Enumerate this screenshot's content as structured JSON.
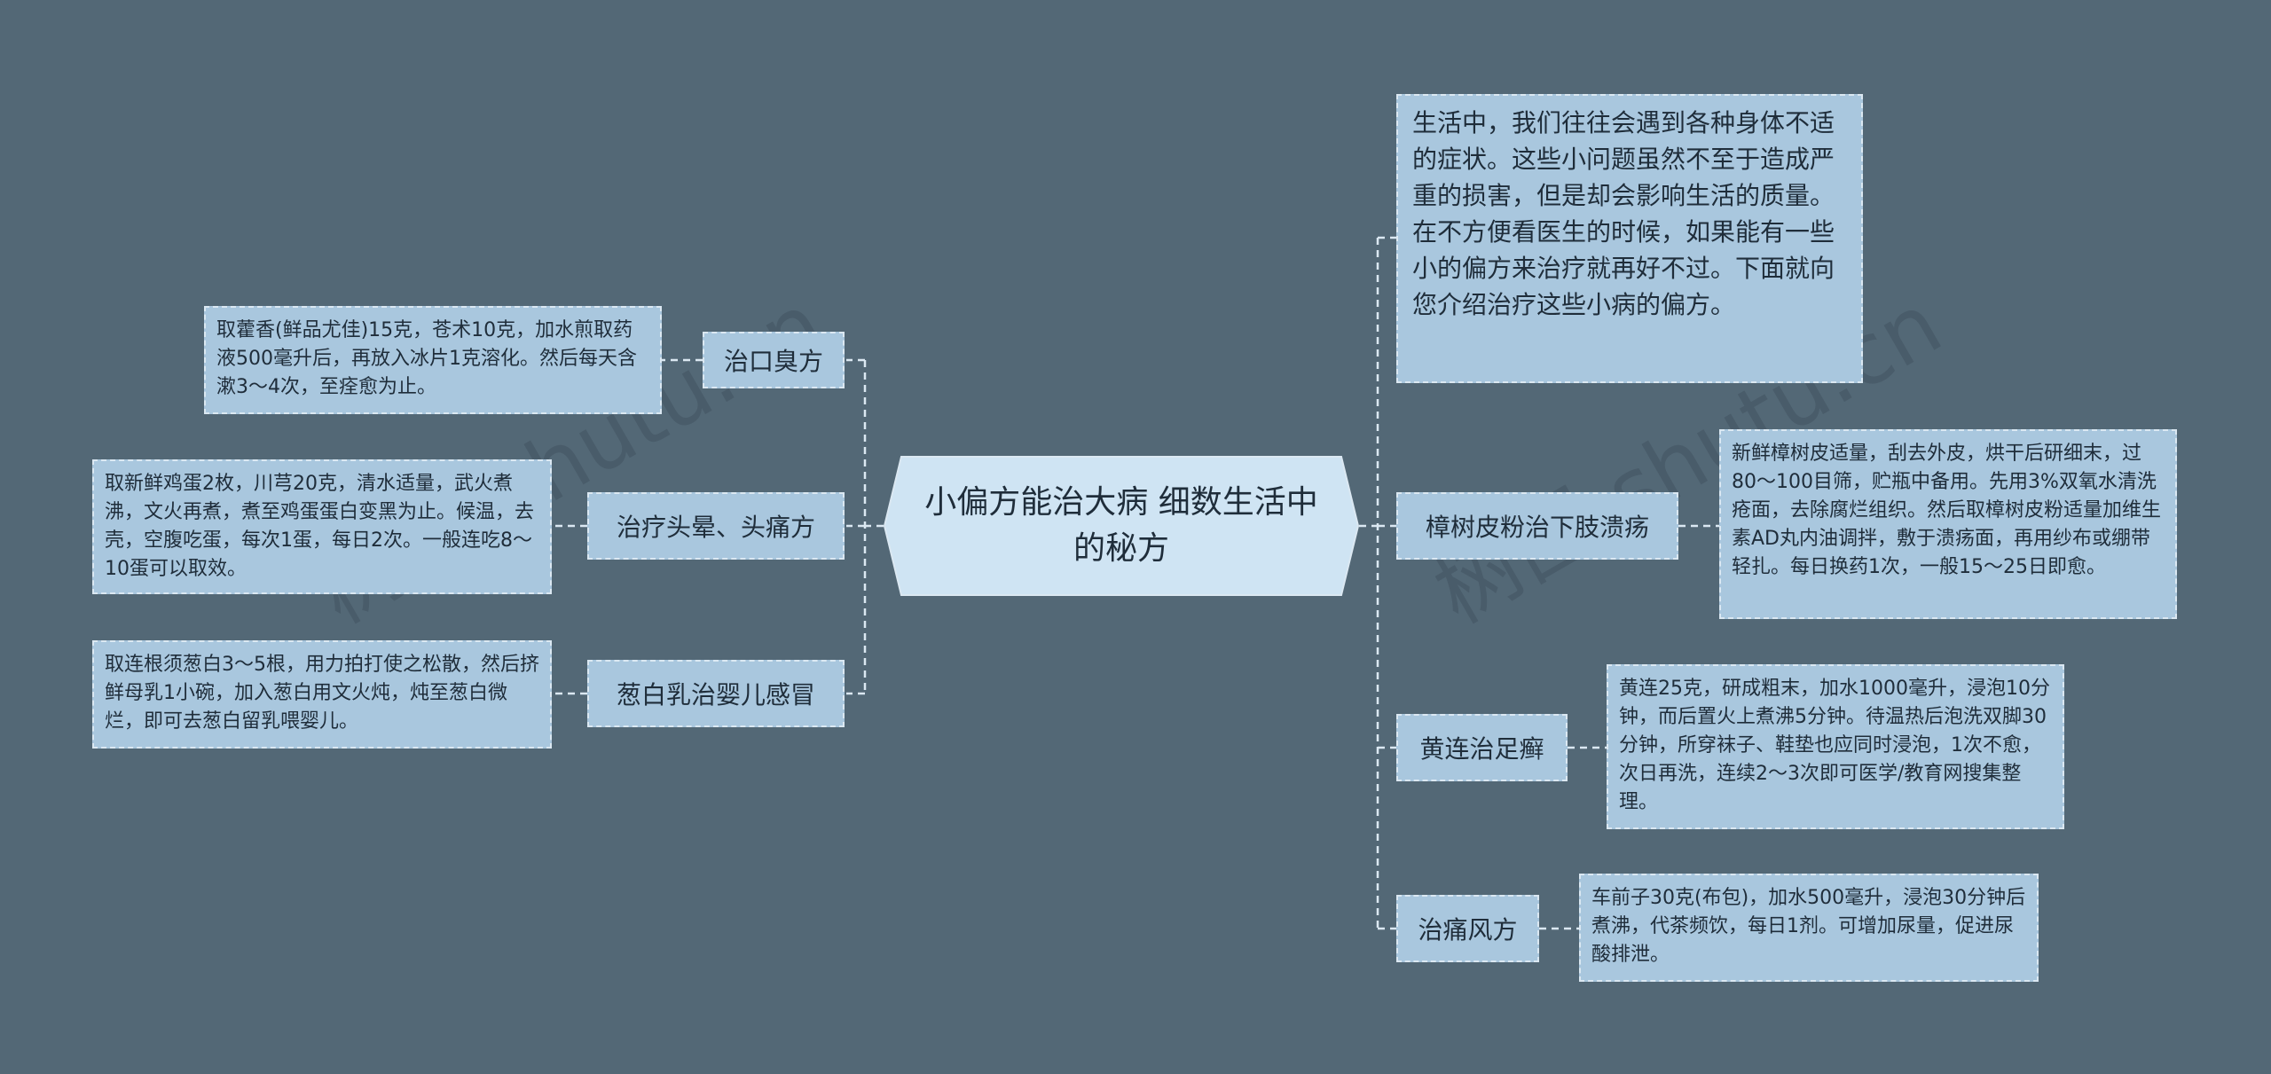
{
  "root": {
    "title": "小偏方能治大病 细数生活中的秘方"
  },
  "intro": {
    "text": "生活中，我们往往会遇到各种身体不适的症状。这些小问题虽然不至于造成严重的损害，但是却会影响生活的质量。在不方便看医生的时候，如果能有一些小的偏方来治疗就再好不过。下面就向您介绍治疗这些小病的偏方。"
  },
  "left_branches": [
    {
      "label": "治口臭方",
      "detail": "取藿香(鲜品尤佳)15克，苍术10克，加水煎取药液500毫升后，再放入冰片1克溶化。然后每天含漱3～4次，至痊愈为止。"
    },
    {
      "label": "治疗头晕、头痛方",
      "detail": "取新鲜鸡蛋2枚，川芎20克，清水适量，武火煮沸，文火再煮，煮至鸡蛋蛋白变黑为止。候温，去壳，空腹吃蛋，每次1蛋，每日2次。一般连吃8～10蛋可以取效。"
    },
    {
      "label": "葱白乳治婴儿感冒",
      "detail": "取连根须葱白3～5根，用力拍打使之松散，然后挤鲜母乳1小碗，加入葱白用文火炖，炖至葱白微烂，即可去葱白留乳喂婴儿。"
    }
  ],
  "right_branches": [
    {
      "label": "樟树皮粉治下肢溃疡",
      "detail": "新鲜樟树皮适量，刮去外皮，烘干后研细末，过80～100目筛，贮瓶中备用。先用3%双氧水清洗疮面，去除腐烂组织。然后取樟树皮粉适量加维生素AD丸内油调拌，敷于溃疡面，再用纱布或绷带轻扎。每日换药1次，一般15～25日即愈。"
    },
    {
      "label": "黄连治足癣",
      "detail": "黄连25克，研成粗末，加水1000毫升，浸泡10分钟，而后置火上煮沸5分钟。待温热后泡洗双脚30分钟，所穿袜子、鞋垫也应同时浸泡，1次不愈，次日再洗，连续2～3次即可医学/教育网搜集整理。"
    },
    {
      "label": "治痛风方",
      "detail": "车前子30克(布包)，加水500毫升，浸泡30分钟后煮沸，代茶频饮，每日1剂。可增加尿量，促进尿酸排泄。"
    }
  ],
  "watermarks": [
    "树图 shutu.cn",
    "树图 shutu.cn"
  ],
  "colors": {
    "background": "#536876",
    "node_fill": "#a9c7de",
    "root_fill": "#cfe4f3",
    "connector": "#dbe8f2",
    "text": "#1f2d3a"
  }
}
